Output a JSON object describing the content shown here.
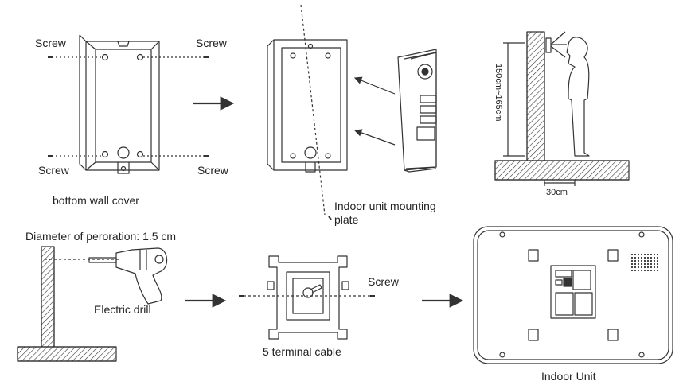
{
  "labels": {
    "screw_top_left": "Screw",
    "screw_top_right": "Screw",
    "screw_bottom_left": "Screw",
    "screw_bottom_right": "Screw",
    "bottom_wall_cover": "bottom wall cover",
    "mounting_plate_line1": "Indoor unit mounting",
    "mounting_plate_line2": "plate",
    "height_range": "150cm~165cm",
    "distance": "30cm",
    "drill_diameter": "Diameter of peroration: 1.5 cm",
    "electric_drill": "Electric drill",
    "screw_bracket": "Screw",
    "terminal_cable": "5 terminal cable",
    "indoor_unit": "Indoor Unit"
  }
}
